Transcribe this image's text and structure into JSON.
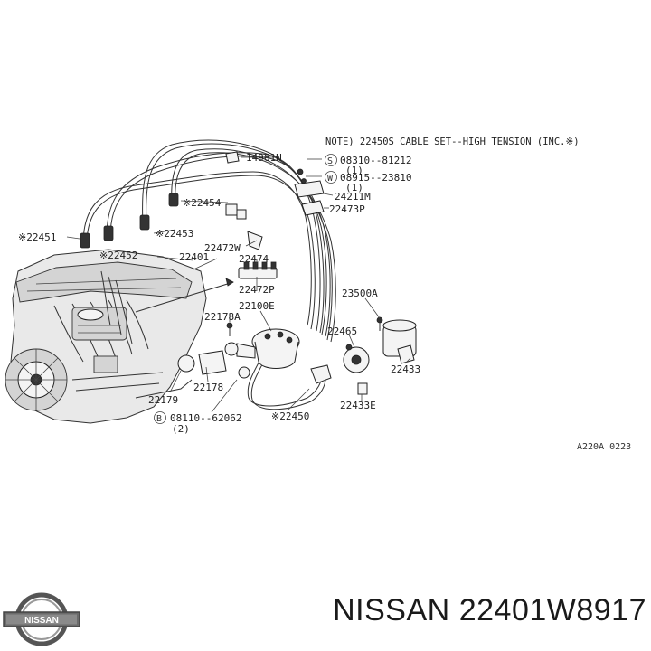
{
  "note": "NOTE) 22450S CABLE SET--HIGH TENSION (INC.※)",
  "labels": {
    "p14961N": "14961N",
    "p08310": "08310--81212",
    "p08310_qty": "(1)",
    "p08915": "08915--23810",
    "p08915_qty": "(1)",
    "p24211M": "24211M",
    "p22473P": "22473P",
    "p22454": "※22454",
    "p22453": "※22453",
    "p22451": "※22451",
    "p22452": "※22452",
    "p22401": "22401",
    "p22472W": "22472W",
    "p22474": "22474",
    "p22472P": "22472P",
    "p22100E": "22100E",
    "p22178A": "22178A",
    "p22178": "22178",
    "p22179": "22179",
    "p08110": "08110--62062",
    "p08110_qty": "(2)",
    "p22450": "※22450",
    "p23500A": "23500A",
    "p22465": "22465",
    "p22433": "22433",
    "p22433E": "22433E",
    "sym_s": "S",
    "sym_w": "W",
    "sym_b": "B"
  },
  "diagram_code": "A220A 0223",
  "caption": {
    "brand": "NISSAN",
    "part_number": "22401W8917"
  },
  "logo": {
    "text": "NISSAN"
  }
}
